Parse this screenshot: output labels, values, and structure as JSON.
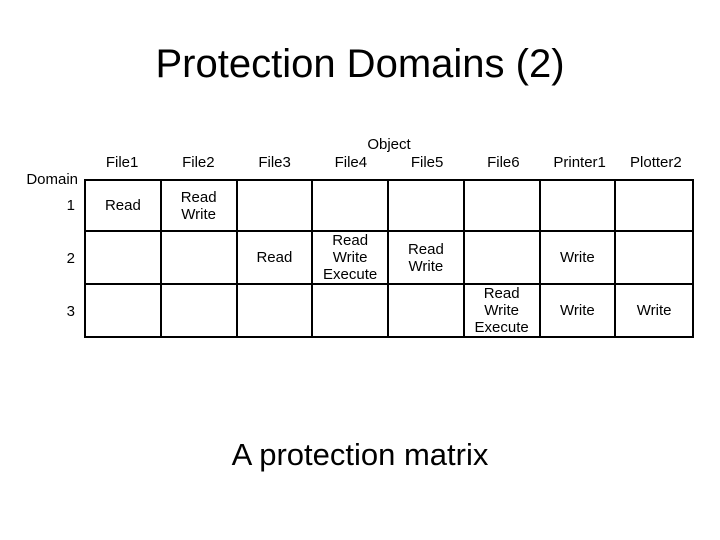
{
  "slide": {
    "title": "Protection Domains (2)",
    "caption": "A protection matrix"
  },
  "colors": {
    "background": "#ffffff",
    "text": "#000000",
    "grid_line": "#000000"
  },
  "matrix": {
    "object_label": "Object",
    "domain_label": "Domain",
    "columns": [
      "File1",
      "File2",
      "File3",
      "File4",
      "File5",
      "File6",
      "Printer1",
      "Plotter2"
    ],
    "rows": [
      {
        "domain": "1",
        "cells": [
          "Read",
          "Read\nWrite",
          "",
          "",
          "",
          "",
          "",
          ""
        ]
      },
      {
        "domain": "2",
        "cells": [
          "",
          "",
          "Read",
          "Read\nWrite\nExecute",
          "Read\nWrite",
          "",
          "Write",
          ""
        ]
      },
      {
        "domain": "3",
        "cells": [
          "",
          "",
          "",
          "",
          "",
          "Read\nWrite\nExecute",
          "Write",
          "Write"
        ]
      }
    ]
  }
}
